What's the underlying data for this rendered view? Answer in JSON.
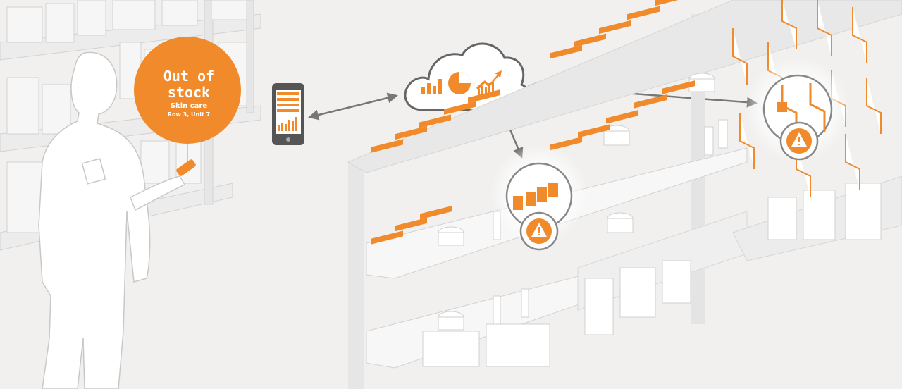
{
  "alert_bubble": {
    "title_line1": "Out of",
    "title_line2": "stock",
    "category": "Skin care",
    "location": "Row 3, Unit 7"
  },
  "colors": {
    "accent_orange": "#f08a2a",
    "background": "#f1f0ef",
    "line_gray": "#c9c9c9",
    "arrow_gray": "#777777",
    "phone_body": "#555555"
  },
  "icons": {
    "cloud": "cloud-icon",
    "bar_chart": "bar-chart-icon",
    "pie_chart": "pie-chart-icon",
    "trend_chart": "trend-chart-icon",
    "warning": "warning-icon",
    "smartphone": "smartphone-icon"
  }
}
